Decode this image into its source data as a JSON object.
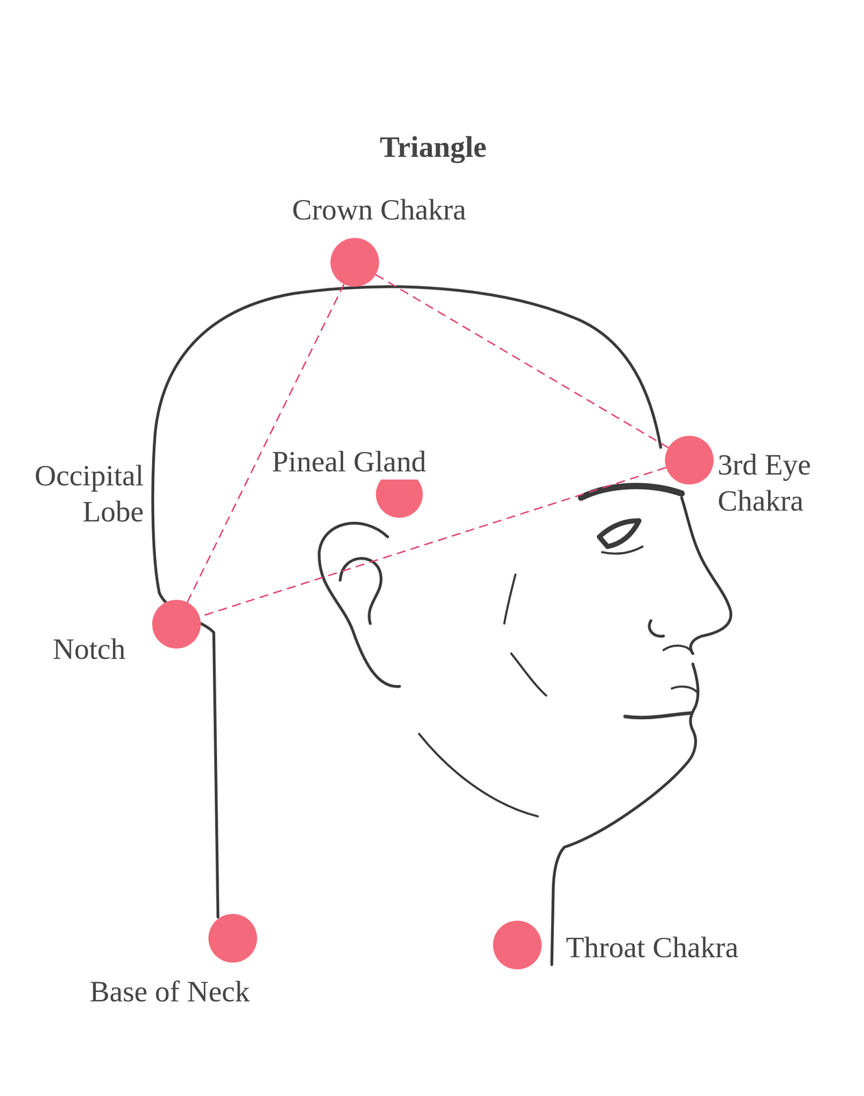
{
  "diagram": {
    "title": "Triangle",
    "nodes": [
      {
        "text": [
          "Crown Chakra"
        ]
      },
      {
        "text": [
          "Pineal Gland"
        ]
      },
      {
        "text": [
          "3rd Eye Chakra"
        ]
      },
      {
        "text": [
          "Notch"
        ]
      },
      {
        "text": [
          "Base of Neck"
        ]
      },
      {
        "text": [
          "Throat Chakra"
        ]
      }
    ],
    "edges": [
      {
        "from": 0,
        "to": 2,
        "arrow": "none"
      },
      {
        "from": 2,
        "to": 3,
        "arrow": "none"
      },
      {
        "from": 3,
        "to": 0,
        "arrow": "none"
      }
    ],
    "labels": [
      "Occipital Lobe"
    ]
  }
}
